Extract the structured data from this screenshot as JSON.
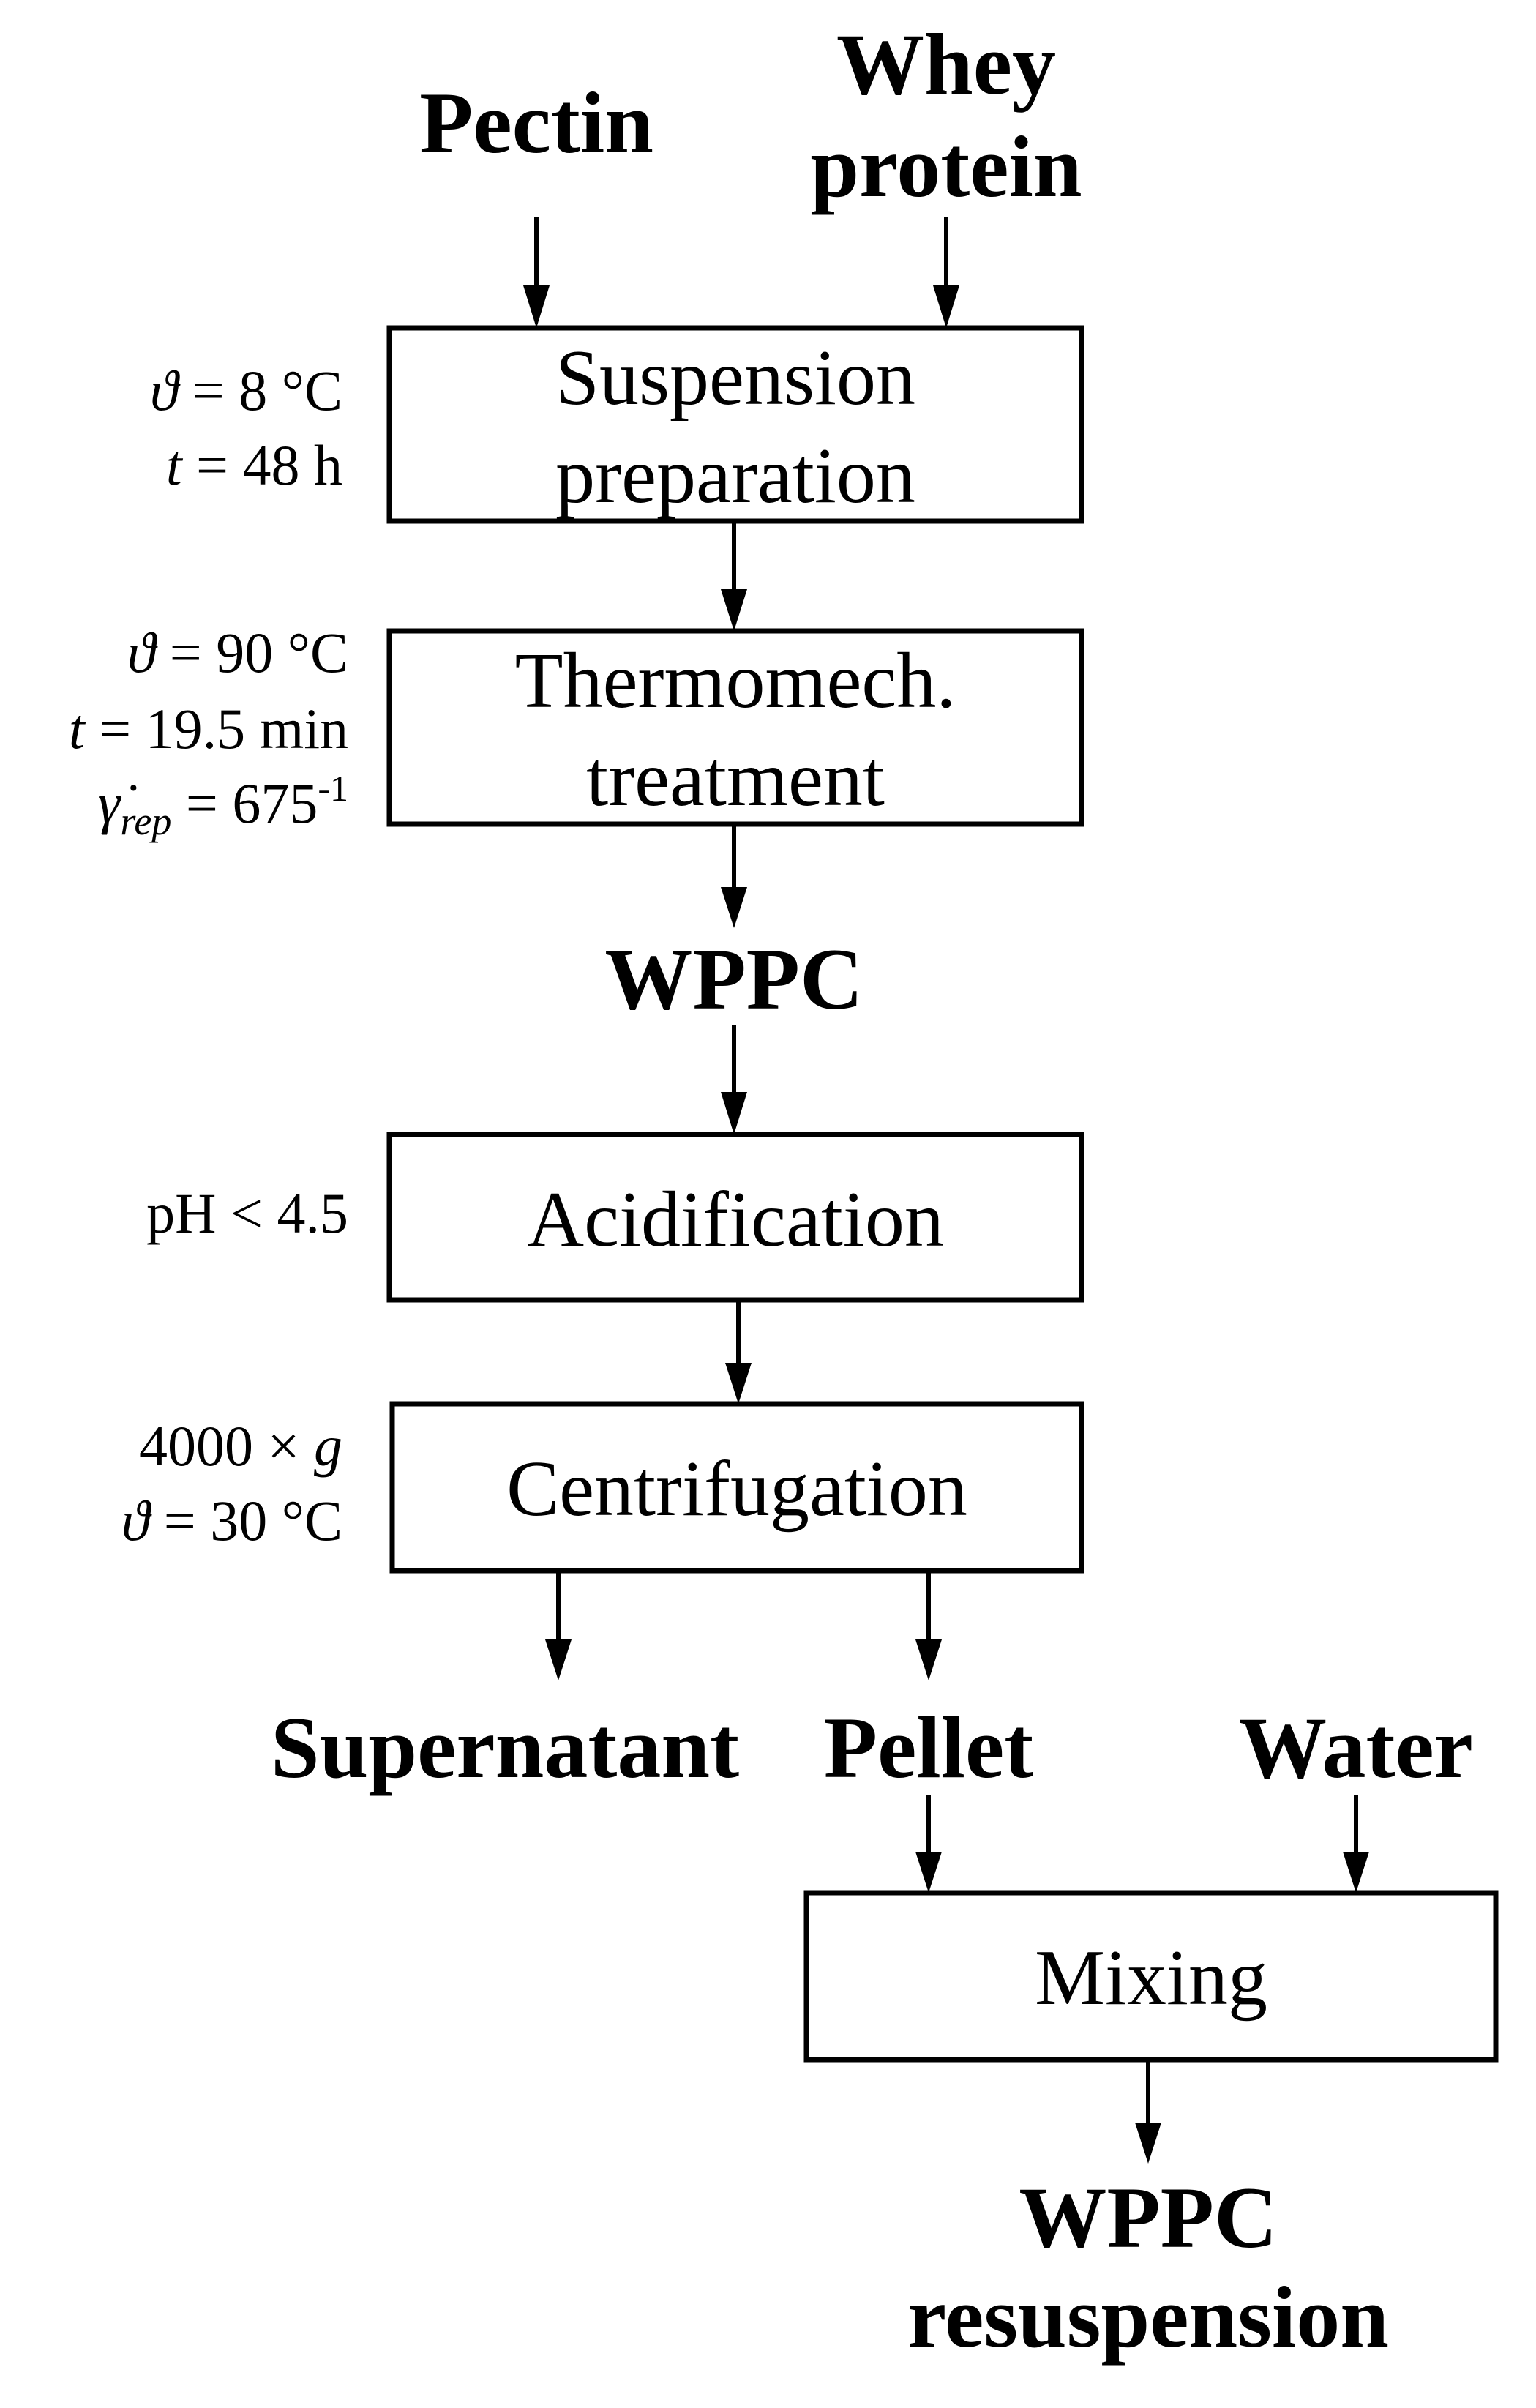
{
  "inputs": {
    "pectin": "Pectin",
    "whey_protein_line1": "Whey",
    "whey_protein_line2": "protein"
  },
  "steps": {
    "suspension": {
      "line1": "Suspension",
      "line2": "preparation",
      "conditions": {
        "temp_symbol": "ϑ",
        "temp_value": " = 8 °C",
        "time_symbol": "t",
        "time_value": " = 48 h"
      }
    },
    "thermomech": {
      "line1": "Thermomech.",
      "line2": "treatment",
      "conditions": {
        "temp_symbol": "ϑ",
        "temp_value": " = 90 °C",
        "time_symbol": "t",
        "time_value": " = 19.5 min",
        "shear_symbol": "γ̇",
        "shear_subscript": "rep",
        "shear_value": " = 675",
        "shear_exponent": "-1"
      }
    },
    "wppc": "WPPC",
    "acidification": {
      "label": "Acidification",
      "condition": "pH < 4.5"
    },
    "centrifugation": {
      "label": "Centrifugation",
      "conditions": {
        "force_value": "4000 × ",
        "force_unit": "g",
        "temp_symbol": "ϑ",
        "temp_value": " = 30 °C"
      }
    },
    "supernatant": "Supernatant",
    "pellet": "Pellet",
    "water": "Water",
    "mixing": "Mixing",
    "final_line1": "WPPC",
    "final_line2": "resuspension"
  }
}
